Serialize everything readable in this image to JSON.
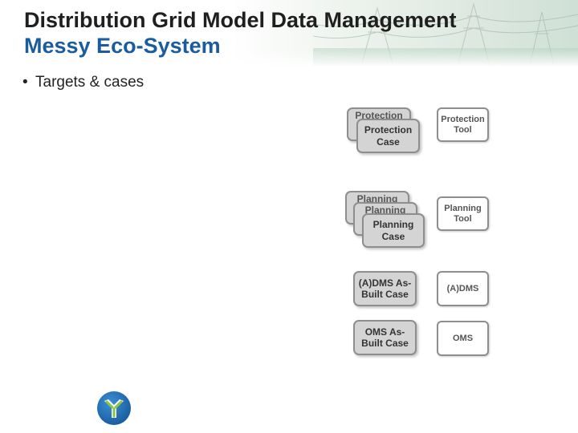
{
  "slide": {
    "title_line1": "Distribution Grid Model Data Management",
    "title_line2": "Messy Eco-System",
    "bullet": "Targets & cases"
  },
  "diagram": {
    "protection_group": {
      "back_case": "Protection",
      "front_case": "Protection\nCase",
      "tool": "Protection\nTool"
    },
    "planning_group": {
      "back_case_1": "Planning",
      "back_case_2": "Planning",
      "front_case": "Planning\nCase",
      "tool": "Planning\nTool"
    },
    "dms_group": {
      "case": "(A)DMS As-\nBuilt Case",
      "tool": "(A)DMS"
    },
    "oms_group": {
      "case": "OMS As-\nBuilt Case",
      "tool": "OMS"
    }
  },
  "colors": {
    "title_dark": "#1f1f1f",
    "title_blue": "#1a5c9e",
    "case_fill": "#d4d4d4",
    "box_border": "#8e8e8e",
    "logo_blue": "#1f6bb3",
    "logo_green": "#8cc43f"
  },
  "icons": [
    "logo-icon",
    "bullet-dot-icon"
  ]
}
